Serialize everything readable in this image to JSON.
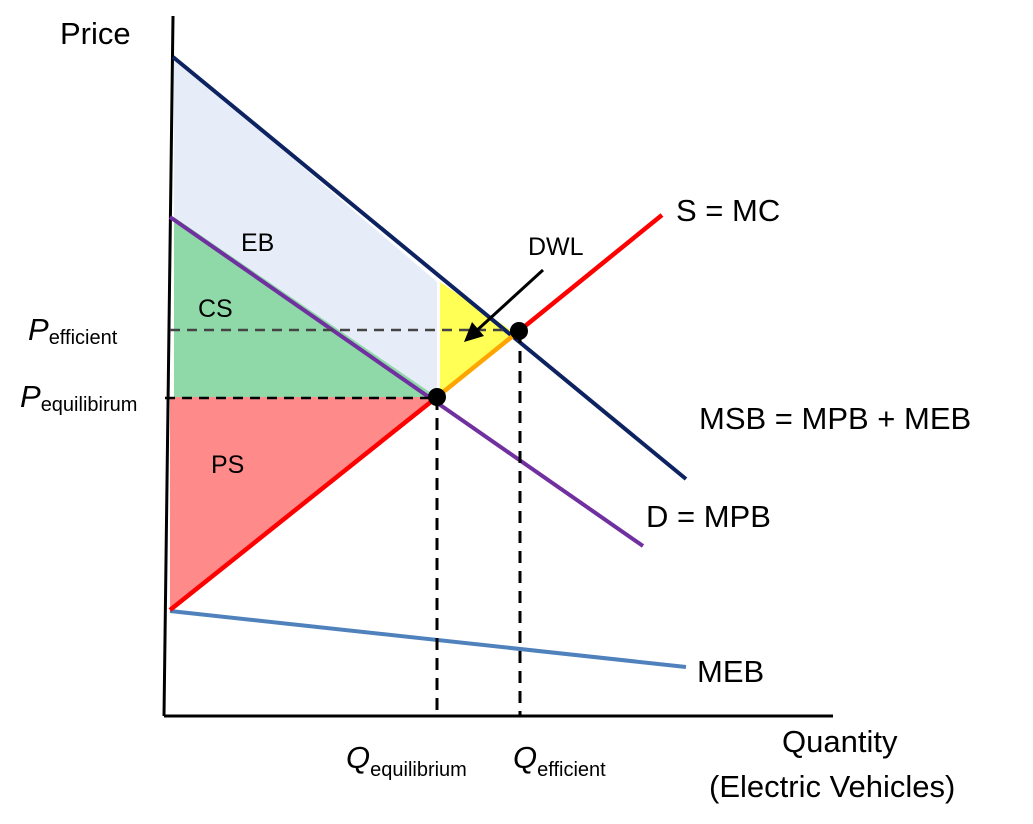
{
  "diagram": {
    "axes": {
      "y_label": "Price",
      "x_label_line1": "Quantity",
      "x_label_line2": "(Electric Vehicles)"
    },
    "curves": {
      "supply": "S = MC",
      "msb": "MSB = MPB + MEB",
      "demand": "D = MPB",
      "meb": "MEB"
    },
    "areas": {
      "external_benefit": "EB",
      "consumer_surplus": "CS",
      "producer_surplus": "PS",
      "deadweight_loss": "DWL"
    },
    "price_levels": {
      "efficient": {
        "symbol": "P",
        "subscript": "efficient"
      },
      "equilibrium": {
        "symbol": "P",
        "subscript": "equilibirum"
      }
    },
    "quantity_levels": {
      "equilibrium": {
        "symbol": "Q",
        "subscript": "equilibrium"
      },
      "efficient": {
        "symbol": "Q",
        "subscript": "efficient"
      }
    },
    "colors": {
      "msb_line": "#0d2260",
      "supply_line": "#ff0000",
      "supply_segment_dwl": "#ffa500",
      "demand_line": "#7030a0",
      "meb_line": "#4f81bd",
      "eb_fill": "#e6edf8",
      "cs_fill": "#8fd9a8",
      "ps_fill": "#ff8a8a",
      "dwl_fill": "#ffff55"
    }
  }
}
